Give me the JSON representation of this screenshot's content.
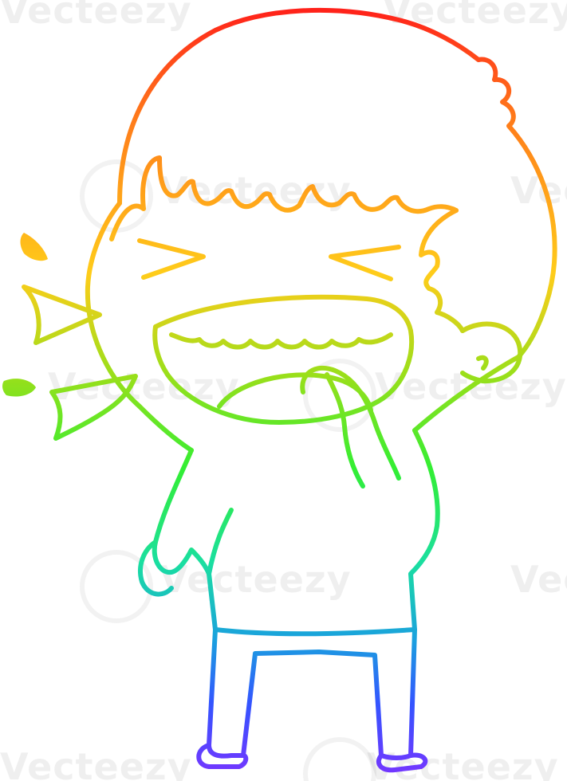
{
  "image": {
    "subject": "laughing-man-cartoon",
    "line_style": "rainbow-gradient-outline",
    "colors": {
      "background": "#ffffff",
      "gradient": [
        "#ff1a1a",
        "#ff7a1a",
        "#ffcc1a",
        "#9adf1a",
        "#33ee33",
        "#1adfa0",
        "#1aa0df",
        "#3355ff",
        "#7a33ff"
      ]
    }
  },
  "watermark": {
    "text": "Vecteezy"
  }
}
